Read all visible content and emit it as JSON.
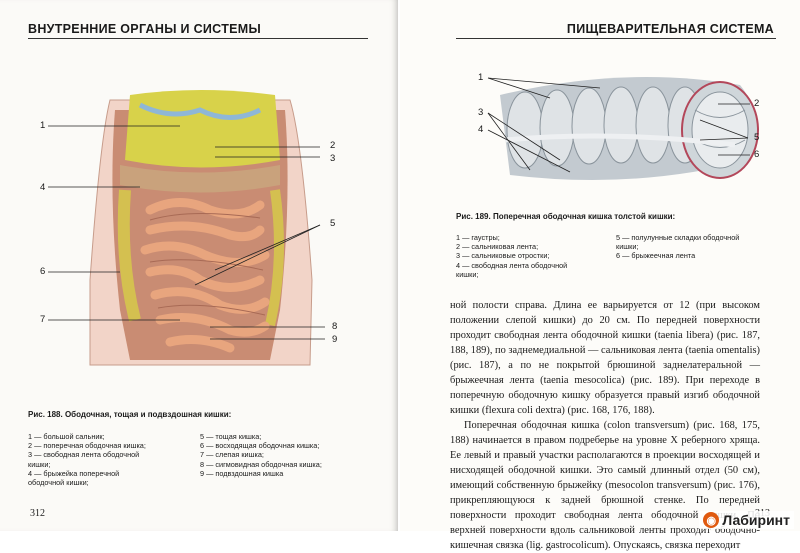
{
  "left_page": {
    "header": "ВНУТРЕННИЕ ОРГАНЫ И СИСТЕМЫ",
    "figure": {
      "caption": "Рис. 188. Ободочная, тощая и подвздошная кишки:",
      "callouts": [
        "1",
        "2",
        "3",
        "4",
        "5",
        "6",
        "7",
        "8",
        "9"
      ],
      "legend_col1": [
        "1 — большой сальник;",
        "2 — поперечная ободочная кишка;",
        "3 — свободная лента ободочной",
        "кишки;",
        "4 — брыжейка поперечной",
        "ободочной кишки;"
      ],
      "legend_col2": [
        "5 — тощая кишка;",
        "6 — восходящая ободочная кишка;",
        "7 — слепая кишка;",
        "8 — сигмовидная ободочная кишка;",
        "9 — подвздошная кишка"
      ]
    },
    "page_number": "312"
  },
  "right_page": {
    "header": "ПИЩЕВАРИТЕЛЬНАЯ СИСТЕМА",
    "figure": {
      "caption": "Рис. 189. Поперечная ободочная кишка толстой кишки:",
      "callouts": [
        "1",
        "2",
        "3",
        "4",
        "5",
        "6"
      ],
      "legend_col1": [
        "1 — гаустры;",
        "2 — сальниковая лента;",
        "3 — сальниковые отростки;",
        "4 — свободная лента ободочной",
        "кишки;"
      ],
      "legend_col2": [
        "5 — полулунные складки ободочной",
        "кишки;",
        "6 — брыжеечная лента"
      ]
    },
    "body_paragraphs": [
      "ной полости справа. Длина ее варьируется от 12 (при высоком положении слепой кишки) до 20 см. По передней поверхности проходит свободная лента ободочной кишки (taenia libera) (рис. 187, 188, 189), по задне­медиальной — сальниковая лента (taenia omentalis) (рис. 187), а по не покрытой брюшиной задне­латеральной — брыжеечная лента (taenia mesocolica) (рис. 189). При переходе в поперечную ободочную кишку образуется пра­вый изгиб ободочной кишки (flexura coli dextra) (рис. 168, 176, 188).",
      "Поперечная ободочная кишка (colon transversum) (рис. 168, 175, 188) начинается в правом подреберье на уровне X ребер­ного хряща. Ее левый и правый участки располагаются в про­екции восходящей и нисходящей ободочной кишки. Это са­мый длинный отдел (50 см), имеющий собственную брыжейку (mesocolon transversum) (рис. 176), прикрепляющуюся к задней брюшной стенке. По передней поверхности проходит свобод­ная лента ободочной кишки. По верхней поверхности вдоль сальниковой ленты проходит ободочно-ки­шечная связка (lig. gastrocolicum). Опускаясь, связка переходит"
    ],
    "page_number": "313"
  },
  "watermark": {
    "text": "Лабиринт",
    "icon": "labyrinth-logo-icon"
  },
  "colors": {
    "fat": "#d8d24a",
    "intestine": "#e8a57e",
    "tissue": "#c98c73",
    "colon": "#b8c0c8"
  }
}
